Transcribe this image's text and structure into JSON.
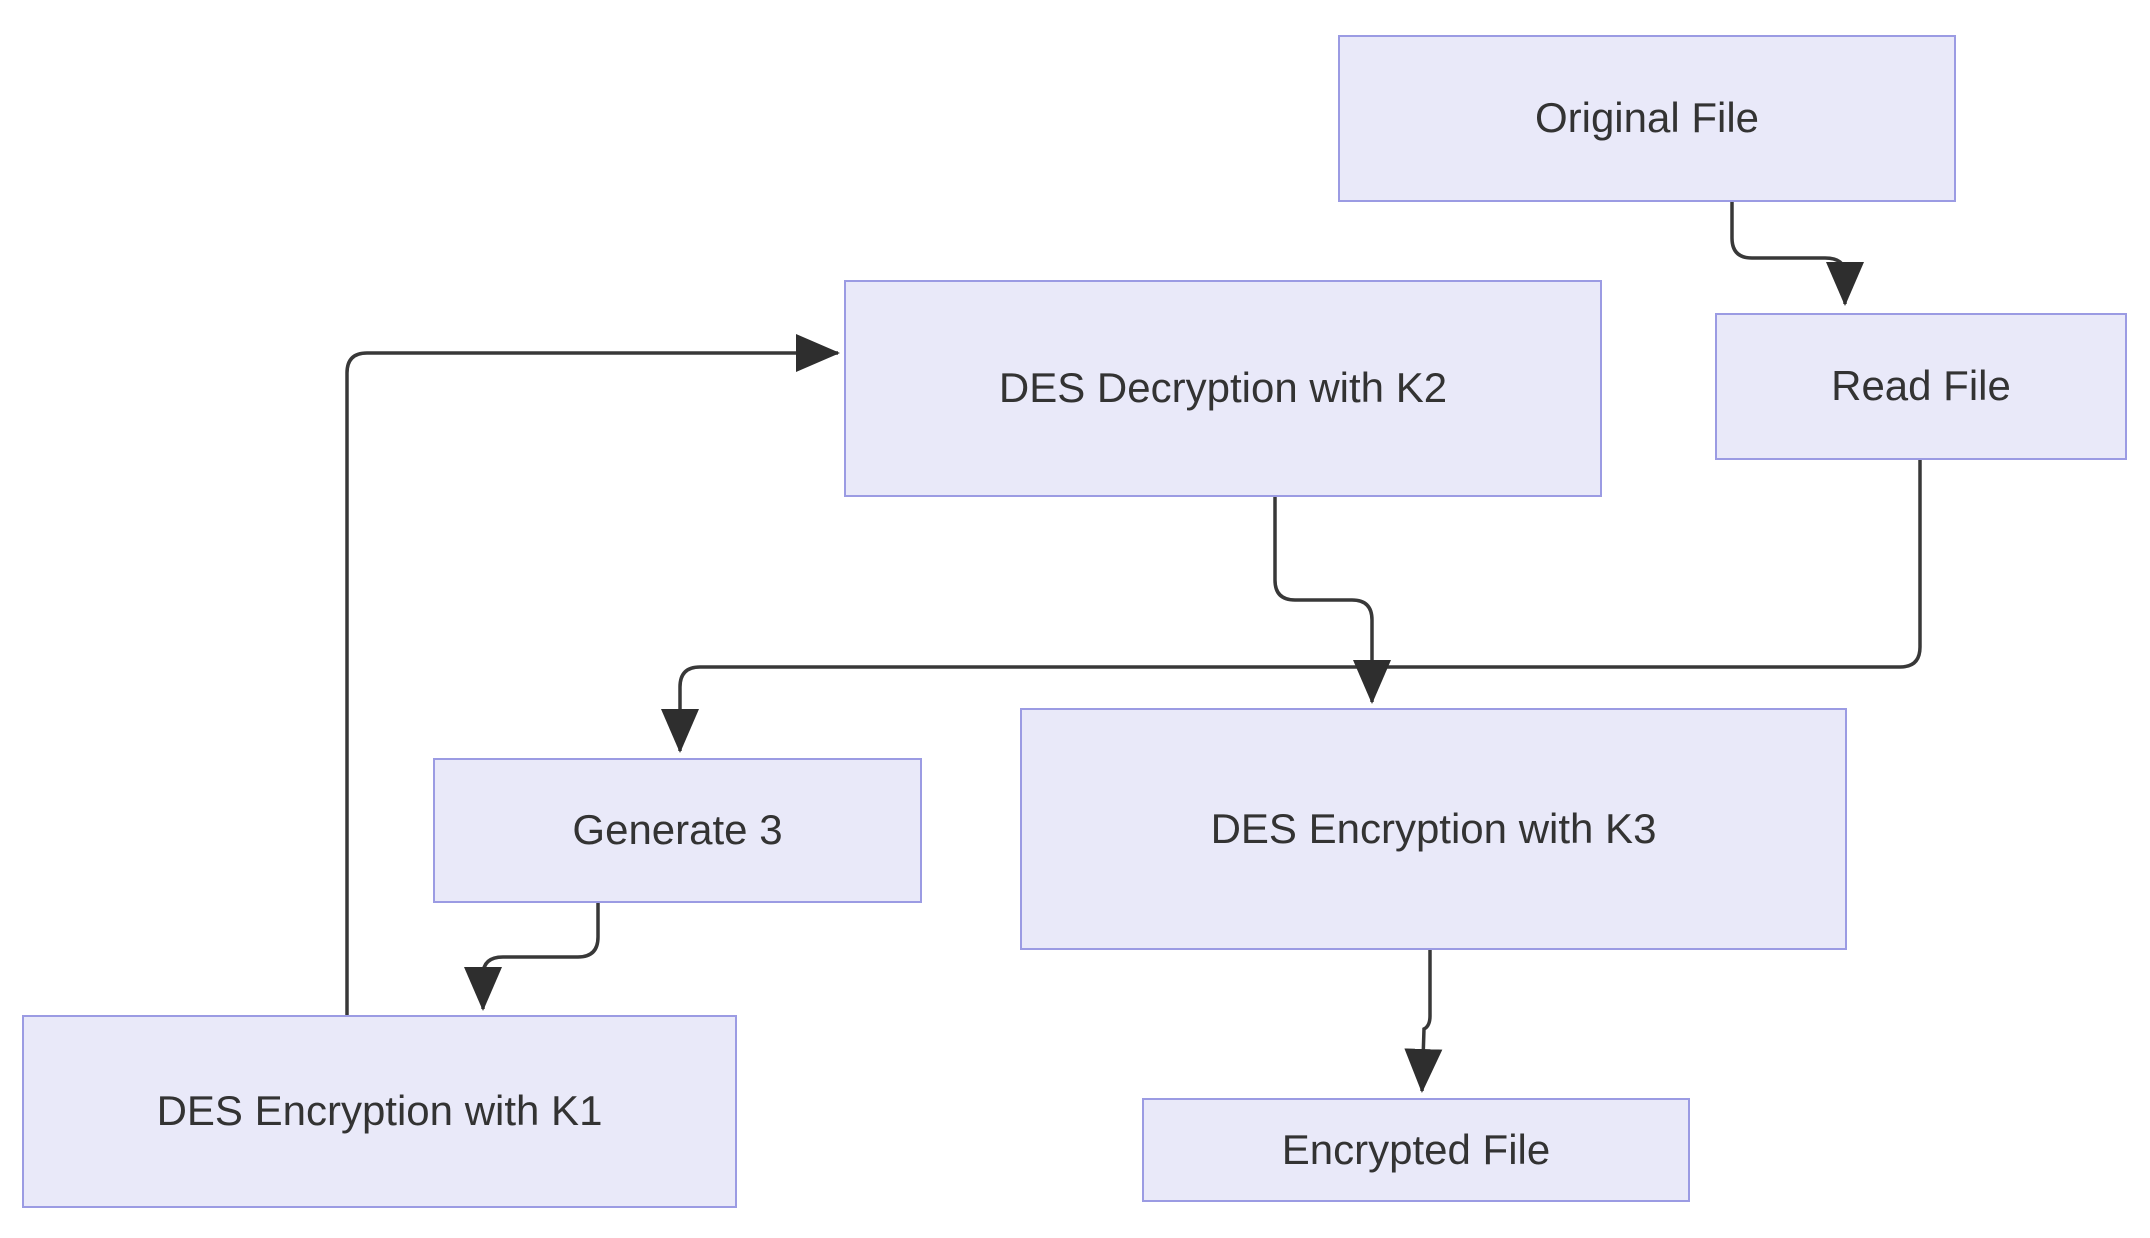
{
  "diagram": {
    "type": "flowchart",
    "background": "#ffffff",
    "colors": {
      "node_fill": "#e9e9f9",
      "node_border": "#9b9be3",
      "edge_line": "#383838",
      "arrowhead": "#2e2e2e",
      "text": "#333333"
    },
    "nodes": [
      {
        "id": "original-file",
        "label": "Original File"
      },
      {
        "id": "read-file",
        "label": "Read File"
      },
      {
        "id": "des-decryption-k2",
        "label": "DES Decryption with K2"
      },
      {
        "id": "generate-3",
        "label": "Generate 3"
      },
      {
        "id": "des-encryption-k3",
        "label": "DES Encryption with K3"
      },
      {
        "id": "des-encryption-k1",
        "label": "DES Encryption with K1"
      },
      {
        "id": "encrypted-file",
        "label": "Encrypted File"
      }
    ],
    "edges": [
      {
        "from": "original-file",
        "to": "read-file"
      },
      {
        "from": "read-file",
        "to": "generate-3"
      },
      {
        "from": "generate-3",
        "to": "des-encryption-k1"
      },
      {
        "from": "des-encryption-k1",
        "to": "des-decryption-k2"
      },
      {
        "from": "des-decryption-k2",
        "to": "des-encryption-k3"
      },
      {
        "from": "des-encryption-k3",
        "to": "encrypted-file"
      }
    ]
  }
}
